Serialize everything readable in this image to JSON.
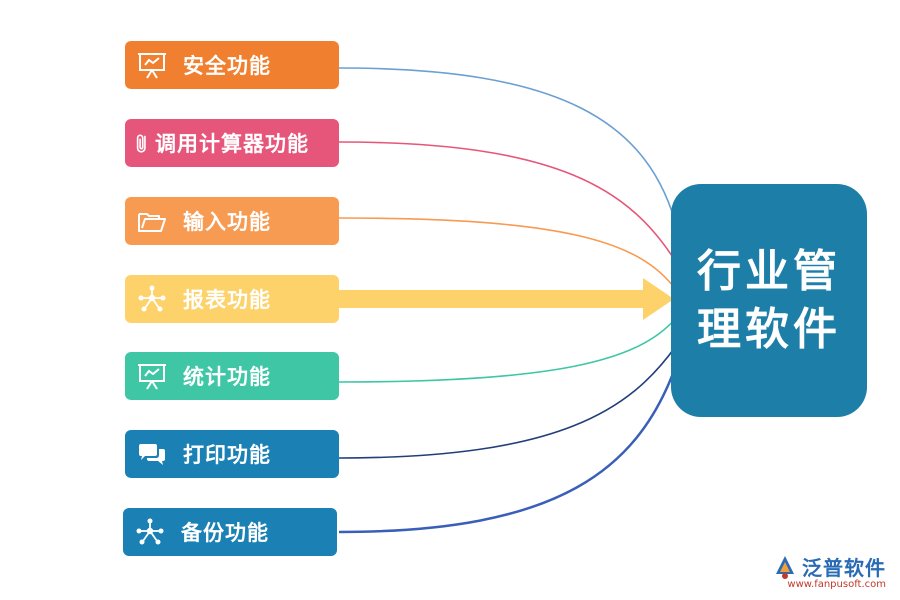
{
  "hub": {
    "line1": "行业管",
    "line2": "理软件",
    "color": "#1d7fa8"
  },
  "nodes": [
    {
      "label": "安全功能",
      "color": "#f0802f",
      "icon": "presentation-board-icon",
      "line_color": "#6aa0d4"
    },
    {
      "label": "调用计算器功能",
      "color": "#e6567a",
      "icon": "paperclip-icon",
      "line_color": "#e6567a"
    },
    {
      "label": "输入功能",
      "color": "#f79a52",
      "icon": "folder-open-icon",
      "line_color": "#f79a52"
    },
    {
      "label": "报表功能",
      "color": "#fdd26a",
      "icon": "network-icon",
      "line_color": "#fdd26a"
    },
    {
      "label": "统计功能",
      "color": "#3ec6a5",
      "icon": "presentation-board-icon",
      "line_color": "#3ec6a5"
    },
    {
      "label": "打印功能",
      "color": "#1b80b4",
      "icon": "chat-bubbles-icon",
      "line_color": "#233f7a"
    },
    {
      "label": "备份功能",
      "color": "#1b80b4",
      "icon": "network-icon",
      "line_color": "#3a5fb8"
    }
  ],
  "logo": {
    "name": "泛普软件",
    "url": "www.fanpusoft.com"
  }
}
